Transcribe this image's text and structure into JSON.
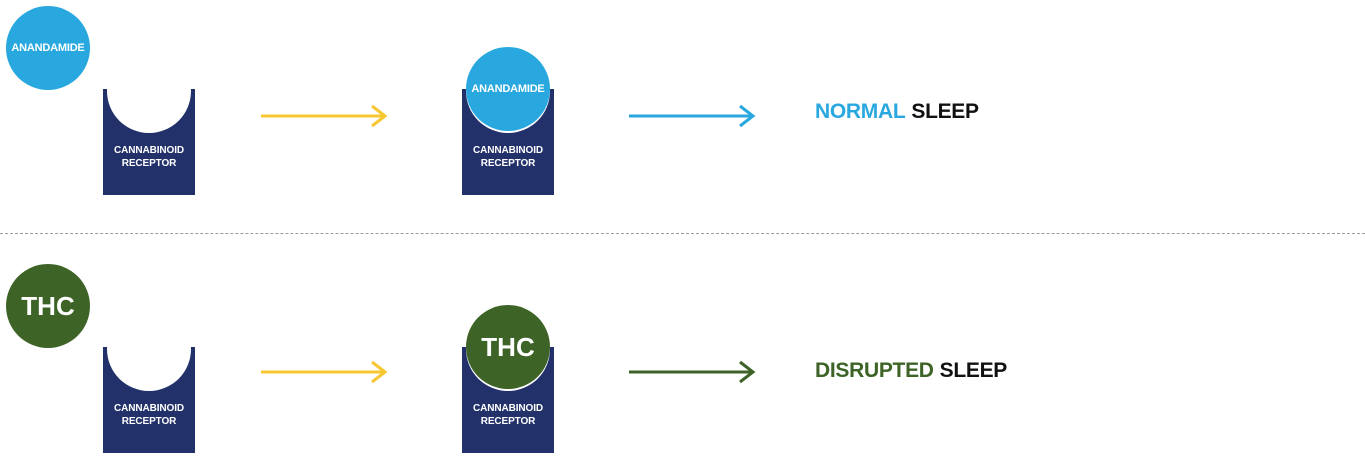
{
  "colors": {
    "anandamide": "#29a8e0",
    "thc": "#3d6327",
    "receptor": "#22316a",
    "arrow_yellow": "#f7c731",
    "arrow_blue": "#29a8e0",
    "arrow_green": "#3d6327",
    "text_dark": "#111111"
  },
  "rows": [
    {
      "ligand": "ANANDAMIDE",
      "receptor_line1": "CANNABINOID",
      "receptor_line2": "RECEPTOR",
      "result_keyword": "NORMAL",
      "result_suffix": "SLEEP"
    },
    {
      "ligand": "THC",
      "receptor_line1": "CANNABINOID",
      "receptor_line2": "RECEPTOR",
      "result_keyword": "DISRUPTED",
      "result_suffix": "SLEEP"
    }
  ]
}
